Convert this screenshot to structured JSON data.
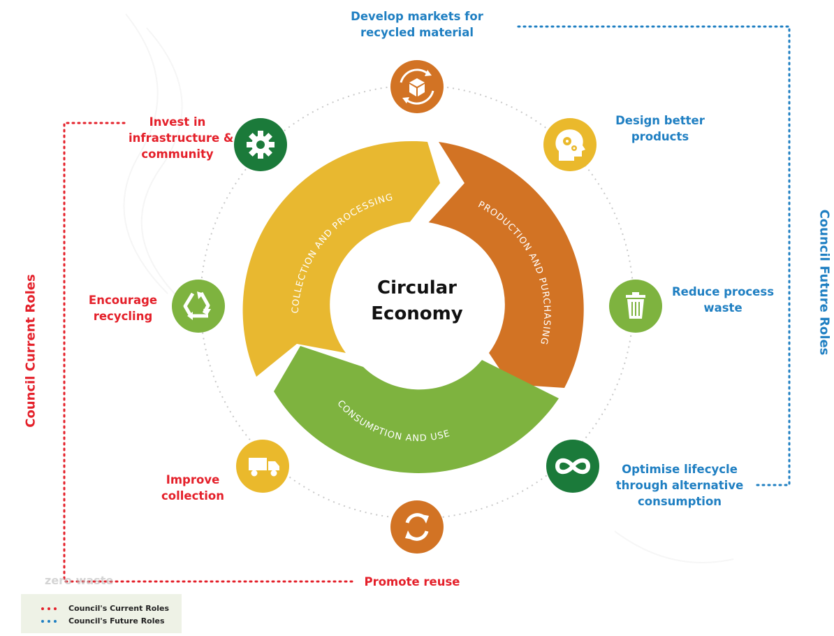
{
  "center": {
    "line1": "Circular",
    "line2": "Economy"
  },
  "segments": {
    "collection": "COLLECTION AND PROCESSING",
    "production": "PRODUCTION AND PURCHASING",
    "consumption": "CONSUMPTION AND USE"
  },
  "current_roles": {
    "title": "Council Current Roles",
    "color": "#e4202a",
    "items": [
      {
        "lines": [
          "Invest in",
          "infrastructure &",
          "community"
        ],
        "icon": "gear-icon",
        "icon_color": "#1b7a3a"
      },
      {
        "lines": [
          "Encourage",
          "recycling"
        ],
        "icon": "recycle-icon",
        "icon_color": "#7eb33f"
      },
      {
        "lines": [
          "Improve",
          "collection"
        ],
        "icon": "truck-icon",
        "icon_color": "#eab92c"
      },
      {
        "lines": [
          "Promote reuse"
        ],
        "icon": "reuse-arrows-icon",
        "icon_color": "#d27324"
      }
    ]
  },
  "future_roles": {
    "title": "Council Future Roles",
    "color": "#1f7fc2",
    "items": [
      {
        "lines": [
          "Develop markets for",
          "recycled material"
        ],
        "icon": "box-cycle-icon",
        "icon_color": "#d27324"
      },
      {
        "lines": [
          "Design better",
          "products"
        ],
        "icon": "head-gears-icon",
        "icon_color": "#eab92c"
      },
      {
        "lines": [
          "Reduce process",
          "waste"
        ],
        "icon": "trash-icon",
        "icon_color": "#7eb33f"
      },
      {
        "lines": [
          "Optimise lifecycle",
          "through alternative",
          "consumption"
        ],
        "icon": "infinity-icon",
        "icon_color": "#1b7a3a"
      }
    ]
  },
  "legend": {
    "current": "Council's Current Roles",
    "future": "Council's Future Roles"
  },
  "watermark": "zero waste",
  "colors": {
    "yellow": "#e8b830",
    "orange": "#d27324",
    "green": "#7eb33f",
    "dark_green": "#1b7a3a"
  }
}
